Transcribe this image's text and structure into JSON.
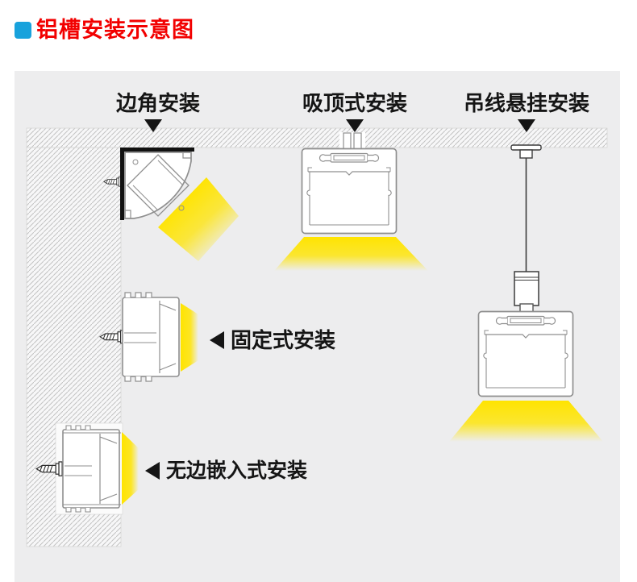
{
  "header": {
    "title": "铝槽安装示意图"
  },
  "colors": {
    "accent_blue": "#18a2dc",
    "title_red": "#f20000",
    "panel_bg": "#ededee",
    "beam_yellow": "#ffe400",
    "outline_gray": "#8f8f8f",
    "hatch_line": "#c3c3c3",
    "hatch_bg": "#f7f7f8",
    "label_black": "#151515"
  },
  "diagram": {
    "top_labels": [
      {
        "id": "corner",
        "label": "边角安装",
        "marker_icon": "triangle-down"
      },
      {
        "id": "ceiling",
        "label": "吸顶式安装",
        "marker_icon": "triangle-down"
      },
      {
        "id": "suspension",
        "label": "吊线悬挂安装",
        "marker_icon": "triangle-down"
      }
    ],
    "side_labels": [
      {
        "id": "fixed",
        "label": "固定式安装",
        "marker_icon": "triangle-left"
      },
      {
        "id": "recessed",
        "label": "无边嵌入式安装",
        "marker_icon": "triangle-left"
      }
    ]
  }
}
